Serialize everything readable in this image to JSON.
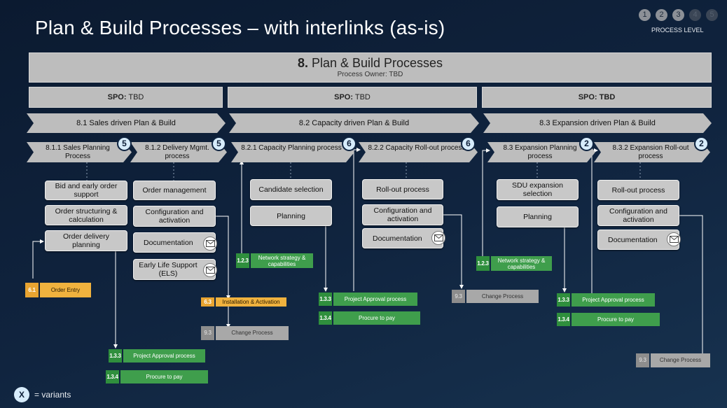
{
  "page": {
    "title": "Plan & Build Processes – with interlinks (as-is)",
    "process_level_label": "PROCESS LEVEL",
    "process_levels": [
      "1",
      "2",
      "3",
      "4",
      "5"
    ]
  },
  "header": {
    "number": "8.",
    "title": "Plan & Build Processes",
    "owner": "Process Owner: TBD"
  },
  "spo": [
    {
      "label": "SPO:",
      "value": "TBD"
    },
    {
      "label": "SPO:",
      "value": "TBD"
    },
    {
      "label": "SPO:",
      "value": "TBD"
    }
  ],
  "groups": [
    "8.1 Sales driven Plan & Build",
    "8.2 Capacity driven Plan & Build",
    "8.3 Expansion driven Plan & Build"
  ],
  "subprocesses": [
    {
      "label": "8.1.1 Sales Planning Process",
      "variants": "5"
    },
    {
      "label": "8.1.2 Delivery Mgmt. process",
      "variants": "5"
    },
    {
      "label": "8.2.1 Capacity Planning process",
      "variants": "6"
    },
    {
      "label": "8.2.2 Capacity Roll-out process",
      "variants": "6"
    },
    {
      "label": "8.3 Expansion Planning process",
      "variants": "2"
    },
    {
      "label": "8.3.2 Expansion Roll-out process",
      "variants": "2"
    }
  ],
  "activities": {
    "a811": [
      "Bid and early order support",
      "Order structuring & calculation",
      "Order delivery planning"
    ],
    "a812": [
      "Order management",
      "Configuration and activation",
      "Documentation",
      "Early Life Support (ELS)"
    ],
    "a821": [
      "Candidate selection",
      "Planning"
    ],
    "a822": [
      "Roll-out process",
      "Configuration and activation",
      "Documentation"
    ],
    "a831": [
      "SDU expansion selection",
      "Planning"
    ],
    "a832": [
      "Roll-out process",
      "Configuration and activation",
      "Documentation"
    ]
  },
  "refs": {
    "order_entry": {
      "num": "6.1",
      "label": "Order Entry"
    },
    "install": {
      "num": "6.3",
      "label": "Installation & Activation"
    },
    "change_1": {
      "num": "9.3",
      "label": "Change Process"
    },
    "approval_1": {
      "num": "1.3.3",
      "label": "Project Approval process"
    },
    "procure_1": {
      "num": "1.3.4",
      "label": "Procure to pay"
    },
    "netstrat_1": {
      "num": "1.2.3",
      "label": "Network strategy & capabilities"
    },
    "approval_2": {
      "num": "1.3.3",
      "label": "Project Approval process"
    },
    "procure_2": {
      "num": "1.3.4",
      "label": "Procure to pay"
    },
    "netstrat_2": {
      "num": "1.2.3",
      "label": "Network strategy & capabilities"
    },
    "change_2": {
      "num": "9.3",
      "label": "Change Process"
    },
    "approval_3": {
      "num": "1.3.3",
      "label": "Project Approval process"
    },
    "procure_3": {
      "num": "1.3.4",
      "label": "Procure to pay"
    },
    "change_3": {
      "num": "9.3",
      "label": "Change Process"
    }
  },
  "legend": {
    "symbol": "X",
    "text": "= variants"
  },
  "icons": {
    "envelope": "envelope-icon"
  },
  "colors": {
    "green": "#3f9e4c",
    "orange": "#f0b23e",
    "gray": "#a8a8a8",
    "badge": "#d7ecfb"
  }
}
